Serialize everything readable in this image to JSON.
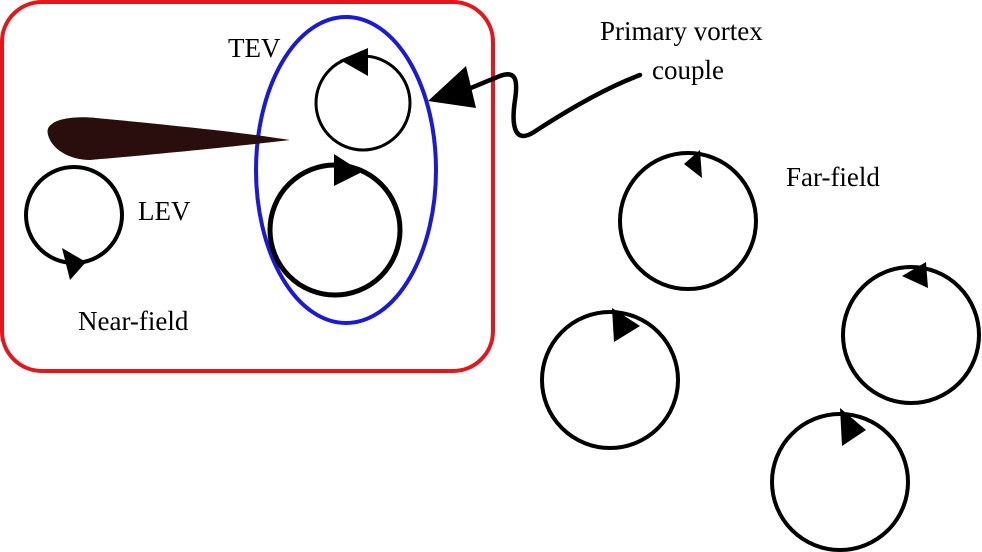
{
  "labels": {
    "tev": "TEV",
    "lev": "LEV",
    "near_field": "Near-field",
    "far_field": "Far-field",
    "primary_line1": "Primary vortex",
    "primary_line2": "couple"
  },
  "colors": {
    "near_field_box": "#e3161c",
    "tev_ellipse": "#1a1ad6",
    "airfoil": "#2a0d0d",
    "vortex": "#000000",
    "text": "#000000"
  },
  "icons": {
    "rotation_arrow": "arrowhead-triangle",
    "pointer": "curved-arrow"
  }
}
